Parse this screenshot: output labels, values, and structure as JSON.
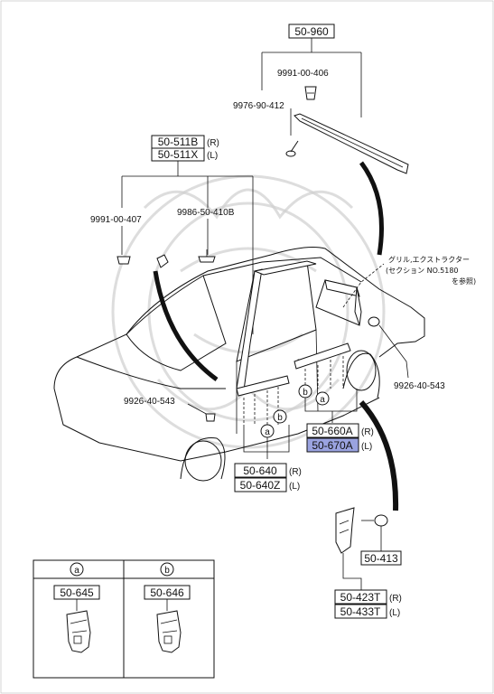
{
  "parts": {
    "p50_960": "50-960",
    "p9991_00_406": "9991-00-406",
    "p9976_90_412": "9976-90-412",
    "p50_511B": "50-511B",
    "p50_511X": "50-511X",
    "suffix_R": "(R)",
    "suffix_L": "(L)",
    "p9991_00_407": "9991-00-407",
    "p9986_50_410B": "9986-50-410B",
    "p9926_40_543_left": "9926-40-543",
    "p9926_40_543_right": "9926-40-543",
    "p50_660A": "50-660A",
    "p50_670A": "50-670A",
    "p50_640": "50-640",
    "p50_640Z": "50-640Z",
    "p50_413": "50-413",
    "p50_423T": "50-423T",
    "p50_433T": "50-433T",
    "p50_645": "50-645",
    "p50_646": "50-646",
    "marker_a": "a",
    "marker_b": "b"
  },
  "reference_note": {
    "line1": "グリル,エクストラクター",
    "line2": "(セクション NO.5180",
    "line3": "を参照)"
  },
  "highlight_color": "#9aa3e0"
}
